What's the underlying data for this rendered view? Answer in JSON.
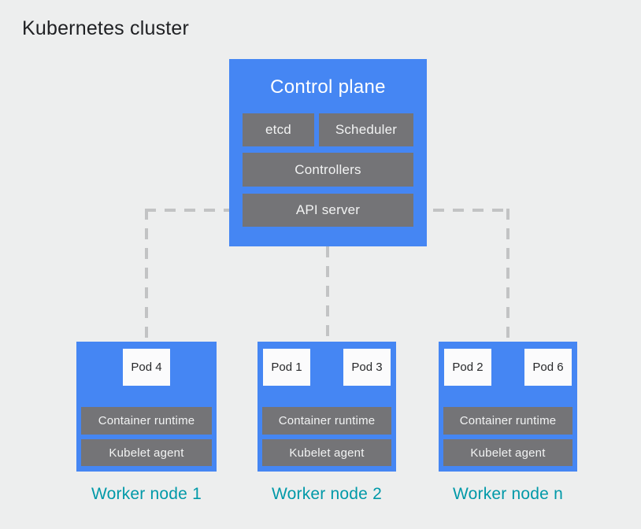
{
  "title": "Kubernetes cluster",
  "colors": {
    "background": "#EDEEEE",
    "blue": "#4586F3",
    "gray": "#747477",
    "teal": "#0099A8",
    "dash": "#C2C3C4",
    "pod_bg": "#FBFBFC",
    "title_text": "#202124",
    "box_text": "#F2F3F3",
    "pod_text": "#28292B"
  },
  "control_plane": {
    "title": "Control plane",
    "components": [
      {
        "id": "etcd",
        "label": "etcd"
      },
      {
        "id": "scheduler",
        "label": "Scheduler"
      },
      {
        "id": "controllers",
        "label": "Controllers"
      },
      {
        "id": "api-server",
        "label": "API server"
      }
    ]
  },
  "worker_nodes": [
    {
      "label": "Worker node 1",
      "pods": [
        "Pod 4"
      ],
      "components": [
        "Container runtime",
        "Kubelet agent"
      ]
    },
    {
      "label": "Worker node 2",
      "pods": [
        "Pod 1",
        "Pod 3"
      ],
      "components": [
        "Container runtime",
        "Kubelet agent"
      ]
    },
    {
      "label": "Worker node n",
      "pods": [
        "Pod 2",
        "Pod 6"
      ],
      "components": [
        "Container runtime",
        "Kubelet agent"
      ]
    }
  ]
}
